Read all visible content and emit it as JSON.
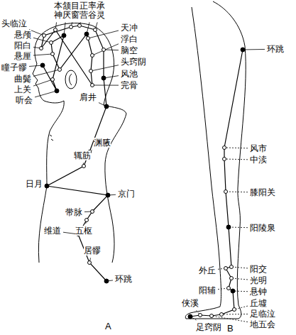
{
  "diagram": {
    "labels": [
      "本神",
      "颔厌",
      "目窗",
      "正营",
      "率谷",
      "承灵",
      "头临泣",
      "悬颅",
      "阳白",
      "悬厘",
      "瞳子髎",
      "曲鬓",
      "上关",
      "听会",
      "天冲",
      "浮白",
      "脑空",
      "头窍阴",
      "风池",
      "完骨",
      "肩井",
      "渊腋",
      "辄筋",
      "日月",
      "京门",
      "带脉",
      "五枢",
      "维道",
      "居髎",
      "环跳",
      "A",
      "环跳",
      "风市",
      "中渎",
      "膝阳关",
      "阳陵泉",
      "外丘",
      "阳交",
      "光明",
      "阳辅",
      "悬钟",
      "丘墟",
      "侠溪",
      "足临泣",
      "地五会",
      "足窍阴",
      "B"
    ]
  }
}
